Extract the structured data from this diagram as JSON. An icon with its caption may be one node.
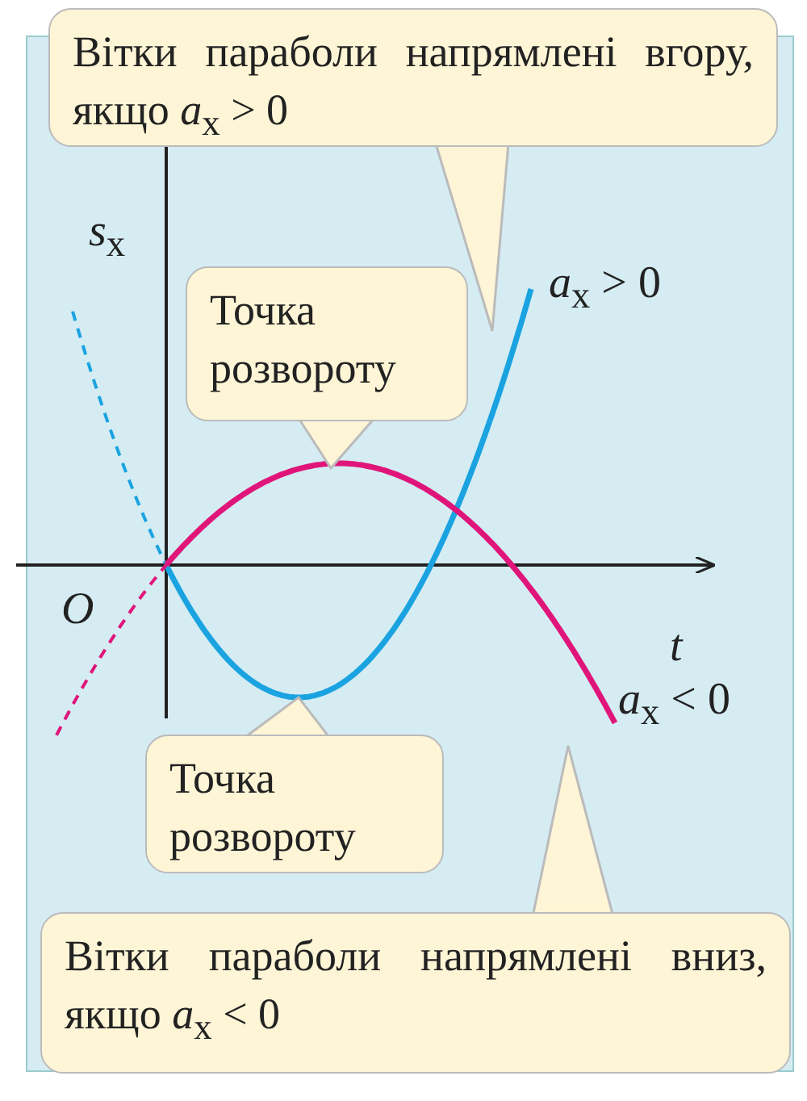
{
  "diagram": {
    "nodes": [
      {
        "text": [
          "Вітки параболи напрямлені вгору, якщо *a*$_{x}$ > 0"
        ]
      },
      {
        "text": [
          "Точка розвороту"
        ]
      },
      {
        "text": [
          "Точка розвороту"
        ]
      },
      {
        "text": [
          "Вітки параболи напрямлені вниз, якщо *a*$_{x}$ < 0"
        ]
      }
    ],
    "labels": [
      "*s*$_{x}$",
      "*O*",
      "*t*",
      "*a*$_{x}$ > 0",
      "*a*$_{x}$ < 0"
    ]
  }
}
